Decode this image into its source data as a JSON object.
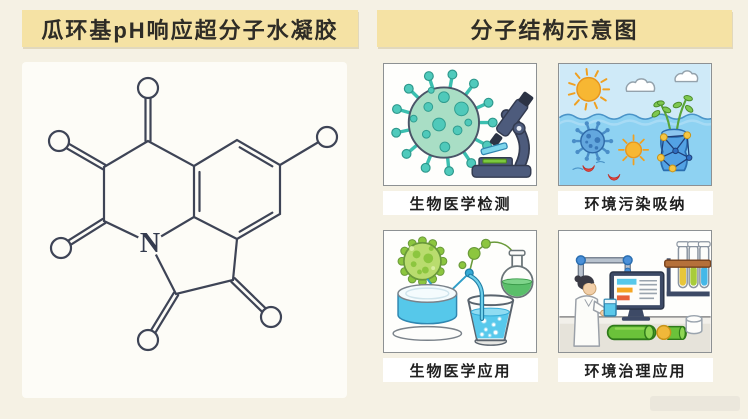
{
  "titles": {
    "left": "瓜环基pH响应超分子水凝胶",
    "right": "分子结构示意图"
  },
  "molecule": {
    "atom_label": "N",
    "features": [
      "five carbonyl O circles",
      "one substituent circle",
      "fused tricyclic ring with N"
    ]
  },
  "panels": [
    {
      "id": "biomedical-detection",
      "caption": "生物医学检测",
      "icons": [
        "virus-icon",
        "microscope-icon"
      ]
    },
    {
      "id": "environment-absorption",
      "caption": "环境污染吸纳",
      "icons": [
        "sun-icon",
        "cloud-icon",
        "water-wave",
        "pollutant-virus-icon",
        "underwater-sun-icon",
        "red-pollutant-icon",
        "cucurbituril-container-icon",
        "plant-icon"
      ]
    },
    {
      "id": "biomedical-application",
      "caption": "生物医学应用",
      "icons": [
        "green-virus-icon",
        "molecule-chain-icon",
        "petri-dish-icon",
        "beaker-icon",
        "flask-icon"
      ]
    },
    {
      "id": "environment-treatment",
      "caption": "环境治理应用",
      "icons": [
        "robotic-arm-icon",
        "monitor-icon",
        "scientist-icon",
        "cup-icon",
        "test-tube-rack-icon",
        "green-cylinder-icon",
        "yellow-ball-icon",
        "white-cylinder-icon"
      ]
    }
  ],
  "colors": {
    "page_bg": "#f5f1e4",
    "banner_bg": "#f5e2a4",
    "banner_text": "#2e2c26",
    "panel_bg": "#fefefc",
    "panel_border": "#8d9193",
    "caption_text": "#1f1f1f",
    "molecule_line": "#3e4456",
    "teal": "#4fc9ba",
    "green": "#8cc63f",
    "blue": "#56c8ea",
    "deep_blue": "#3d4a66",
    "orange": "#f5a623",
    "yellow": "#f5c542",
    "red": "#e84a48"
  }
}
